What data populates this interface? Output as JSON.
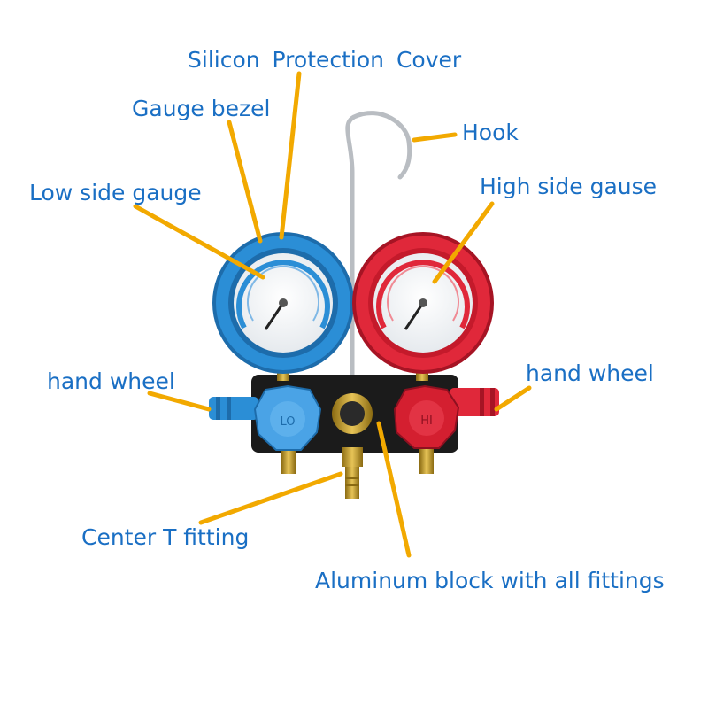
{
  "colors": {
    "label_text": "#1a6fc4",
    "leader_line": "#f2a900",
    "low_side": "#2b8ed6",
    "high_side": "#e0283a",
    "block": "#1b1b1b",
    "brass": "#c9a227"
  },
  "labels": {
    "silicon_cover": "Silicon  Protection  Cover",
    "gauge_bezel": "Gauge bezel",
    "hook": "Hook",
    "low_side_gauge": "Low side gauge",
    "high_side_gauge": "High side gause",
    "hand_wheel_left": "hand wheel",
    "hand_wheel_right": "hand wheel",
    "center_fitting": "Center T fitting",
    "aluminum_block": "Aluminum block with all fittings"
  },
  "knob_labels": {
    "low": "LO",
    "high": "HI"
  }
}
